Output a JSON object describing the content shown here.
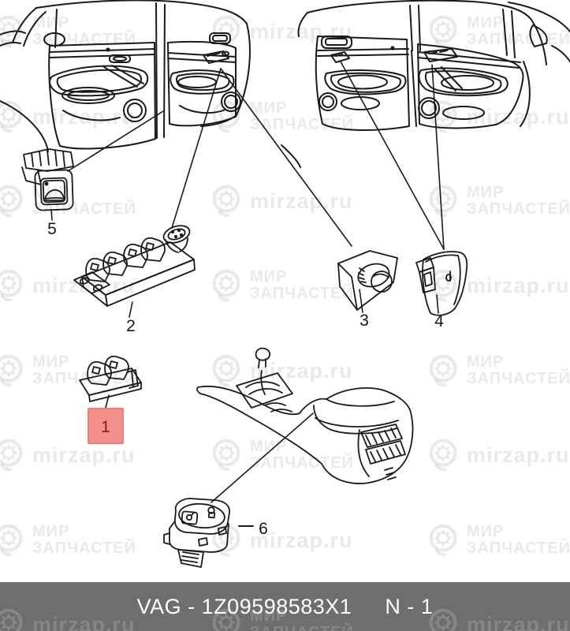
{
  "watermark": {
    "brand_line1": "МИР",
    "brand_line2": "ЗАПЧАСТЕЙ",
    "site": "mirzap.ru"
  },
  "footer": {
    "part_number": "VAG - 1Z09598583X1",
    "page_ref": "N - 1",
    "bg": "#6e6e6e",
    "fg": "#ffffff"
  },
  "diagram": {
    "line_color": "#1a1a1a",
    "highlight": {
      "fill": "#f4908b",
      "border": "#ee7e78",
      "number_color": "#7d1c1c"
    },
    "callouts": [
      {
        "label": "1",
        "highlighted": true
      },
      {
        "label": "2",
        "highlighted": false
      },
      {
        "label": "3",
        "highlighted": false
      },
      {
        "label": "4",
        "highlighted": false
      },
      {
        "label": "5",
        "highlighted": false
      },
      {
        "label": "6",
        "highlighted": false
      }
    ]
  }
}
